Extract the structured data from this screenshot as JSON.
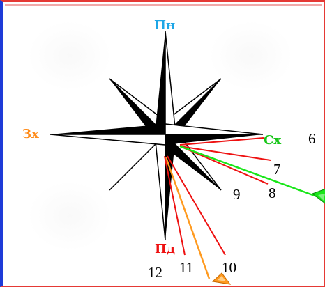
{
  "directions": {
    "north": {
      "label": "Пн",
      "color": "#1ea6e6"
    },
    "west": {
      "label": "Зх",
      "color": "#ff8c1a"
    },
    "east": {
      "label": "Сх",
      "color": "#19c61a"
    },
    "south": {
      "label": "Пд",
      "color": "#ee1111"
    }
  },
  "hours": [
    "6",
    "7",
    "8",
    "9",
    "10",
    "11",
    "12"
  ],
  "colors": {
    "border_blue": "#1e3bd8",
    "border_red": "#e53935",
    "line_red": "#ee1111",
    "line_green": "#19e619",
    "line_orange": "#ff9a1f",
    "arrow_orange": "#ff9a1f"
  }
}
